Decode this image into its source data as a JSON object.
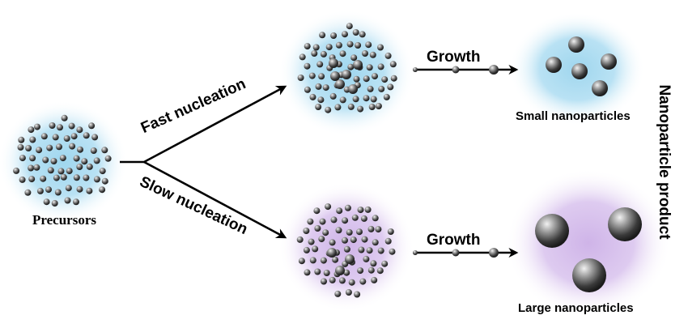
{
  "labels": {
    "precursors": "Precursors",
    "fast_nucleation": "Fast nucleation",
    "slow_nucleation": "Slow nucleation",
    "growth_top": "Growth",
    "growth_bottom": "Growth",
    "small_nanoparticles": "Small nanoparticles",
    "large_nanoparticles": "Large nanoparticles",
    "nanoparticle_product": "Nanoparticle product"
  },
  "colors": {
    "blue_cloud": "#9fd6ee",
    "purple_cloud": "#cfb4e8",
    "particle_dark": "#3a3a3a",
    "particle_light": "#f2f2f2",
    "arrow": "#000000"
  }
}
